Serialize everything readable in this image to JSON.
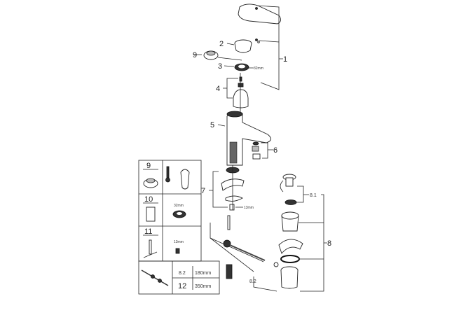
{
  "diagram": {
    "callouts": {
      "p1": "1",
      "p2": "2",
      "p3": "3",
      "p4": "4",
      "p5": "5",
      "p6": "6",
      "p7": "7",
      "p8": "8",
      "p8_1": "8.1",
      "p8_2": "8.2",
      "p9": "9"
    },
    "dimensions": {
      "ring_size": "32mm",
      "nut_size": "13mm"
    },
    "inset": {
      "rows": [
        {
          "number": "9"
        },
        {
          "number": "10",
          "size": "32mm"
        },
        {
          "number": "11",
          "size": "13mm"
        }
      ],
      "rod_table": [
        {
          "part": "8.2",
          "length": "180mm"
        },
        {
          "part": "12",
          "length": "350mm"
        }
      ]
    }
  }
}
